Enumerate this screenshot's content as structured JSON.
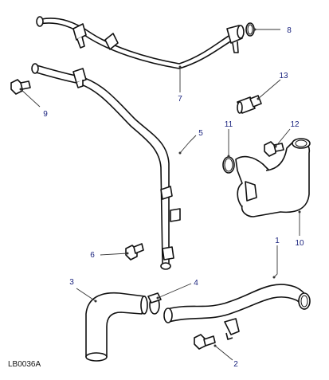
{
  "diagram": {
    "id": "LB0036A",
    "callout_color": "#1a237e",
    "callouts": [
      "1",
      "2",
      "3",
      "4",
      "5",
      "6",
      "7",
      "8",
      "9",
      "10",
      "11",
      "12",
      "13"
    ]
  }
}
